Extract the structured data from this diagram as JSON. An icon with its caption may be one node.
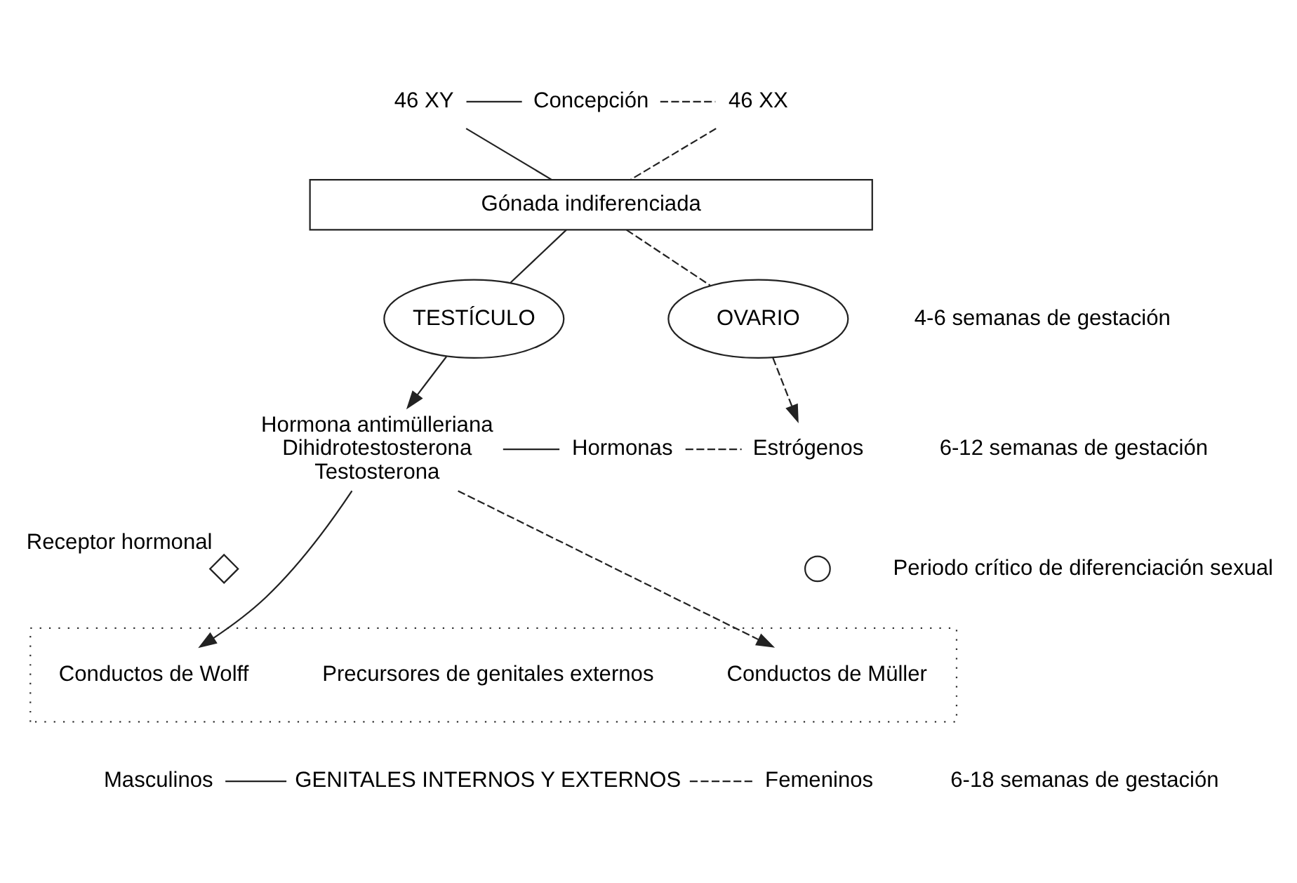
{
  "diagram": {
    "nodes": [
      {
        "text": [
          "46 XY"
        ]
      },
      {
        "text": [
          "Concepción"
        ]
      },
      {
        "text": [
          "46 XX"
        ]
      },
      {
        "text": [
          "Gónada indiferenciada"
        ]
      },
      {
        "text": [
          "TESTÍCULO"
        ]
      },
      {
        "text": [
          "OVARIO"
        ]
      },
      {
        "text": [
          "Hormona antimülleriana",
          "Dihidrotestosterona",
          "Testosterona"
        ]
      },
      {
        "text": [
          "Hormonas"
        ]
      },
      {
        "text": [
          "Estrógenos"
        ]
      },
      {
        "text": [],
        "shape": "diamond",
        "beside": [
          "Receptor hormonal"
        ]
      },
      {
        "text": [],
        "shape": "circle"
      },
      {
        "text": [],
        "shape": "hexagon"
      },
      {
        "text": [
          "Conductos de Wolff"
        ],
        "in": 11
      },
      {
        "text": [
          "Precursores de genitales externos"
        ],
        "in": 11
      },
      {
        "text": [
          "Conductos de Müller"
        ],
        "in": 11
      },
      {
        "text": [
          "Masculinos"
        ]
      },
      {
        "text": [
          "GENITALES INTERNOS Y EXTERNOS"
        ]
      },
      {
        "text": [
          "Femeninos"
        ]
      }
    ],
    "edges": [
      {
        "from": 0,
        "to": 1,
        "arrow": "none"
      },
      {
        "from": 1,
        "to": 2,
        "arrow": "none",
        "style": "dashed"
      },
      {
        "from": 0,
        "to": 3,
        "arrow": "none"
      },
      {
        "from": 2,
        "to": 3,
        "arrow": "none",
        "style": "dashed"
      },
      {
        "from": 3,
        "to": 4,
        "arrow": "none"
      },
      {
        "from": 3,
        "to": 5,
        "arrow": "none",
        "style": "dashed"
      },
      {
        "from": 4,
        "to": 6,
        "arrow": "to"
      },
      {
        "from": 5,
        "to": 8,
        "arrow": "to",
        "style": "dashed"
      },
      {
        "from": 6,
        "to": 7,
        "arrow": "none"
      },
      {
        "from": 7,
        "to": 8,
        "arrow": "none",
        "style": "dashed"
      },
      {
        "from": 6,
        "to": 14,
        "arrow": "to",
        "style": "dashed"
      },
      {
        "from": 6,
        "to": 12,
        "arrow": "to"
      },
      {
        "from": 15,
        "to": 16,
        "arrow": "none"
      },
      {
        "from": 16,
        "to": 17,
        "arrow": "none",
        "style": "dashed"
      }
    ],
    "labels": [
      "Periodo crítico de diferenciación sexual",
      "4-6 semanas de gestación",
      "6-12 semanas de gestación",
      "6-18 semanas de gestación"
    ]
  }
}
